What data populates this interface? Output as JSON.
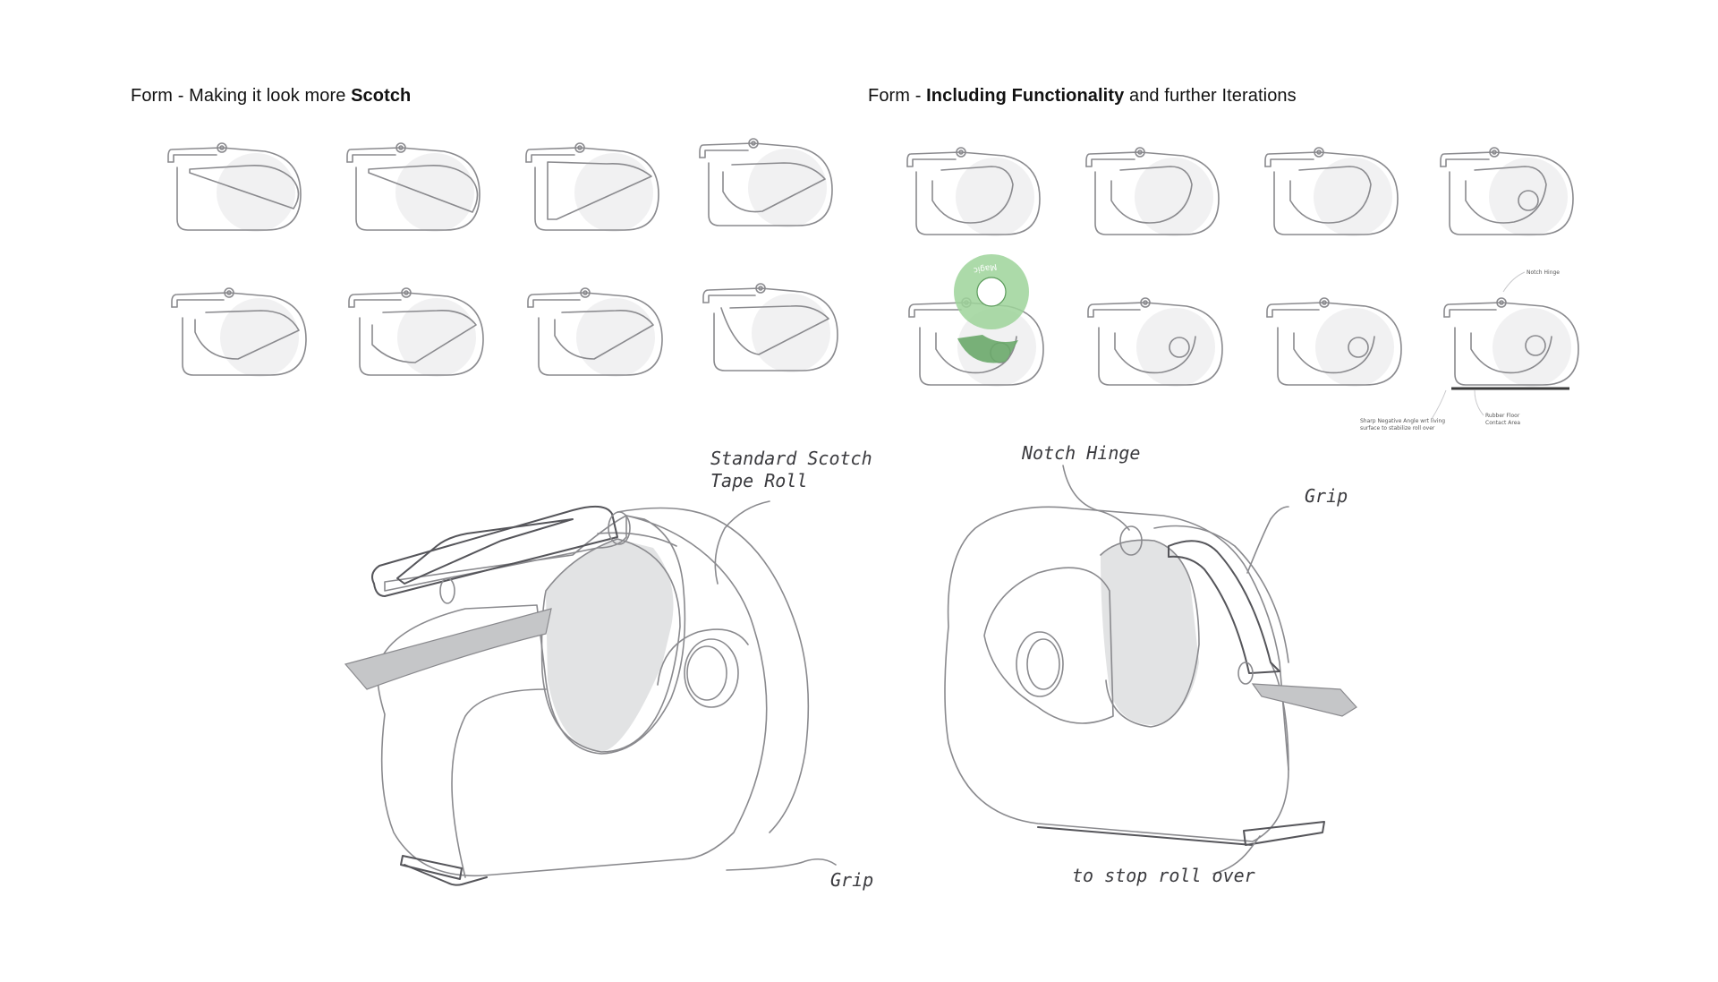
{
  "headings": {
    "left": {
      "prefix": "Form - Making it look more ",
      "bold": "Scotch",
      "suffix": ""
    },
    "right": {
      "prefix": "Form - ",
      "bold": "Including Functionality",
      "suffix": " and further Iterations"
    }
  },
  "annotations": {
    "tape_roll_line1": "Standard Scotch",
    "tape_roll_line2": "Tape Roll",
    "grip_left": "Grip",
    "notch_hinge": "Notch Hinge",
    "grip_right": "Grip",
    "stop_roll": "to stop roll over",
    "small_notch_hinge": "Notch Hinge",
    "small_negative_angle_line1": "Sharp Negative Angle wrt living",
    "small_negative_angle_line2": "surface to stabilize roll over",
    "small_rubber_line1": "Rubber Floor",
    "small_rubber_line2": "Contact Area"
  },
  "tape_label": "Magic",
  "colors": {
    "stroke": "#8a8a8e",
    "fill_light": "#f0f0f1",
    "tape_green": "#6aa86a"
  }
}
